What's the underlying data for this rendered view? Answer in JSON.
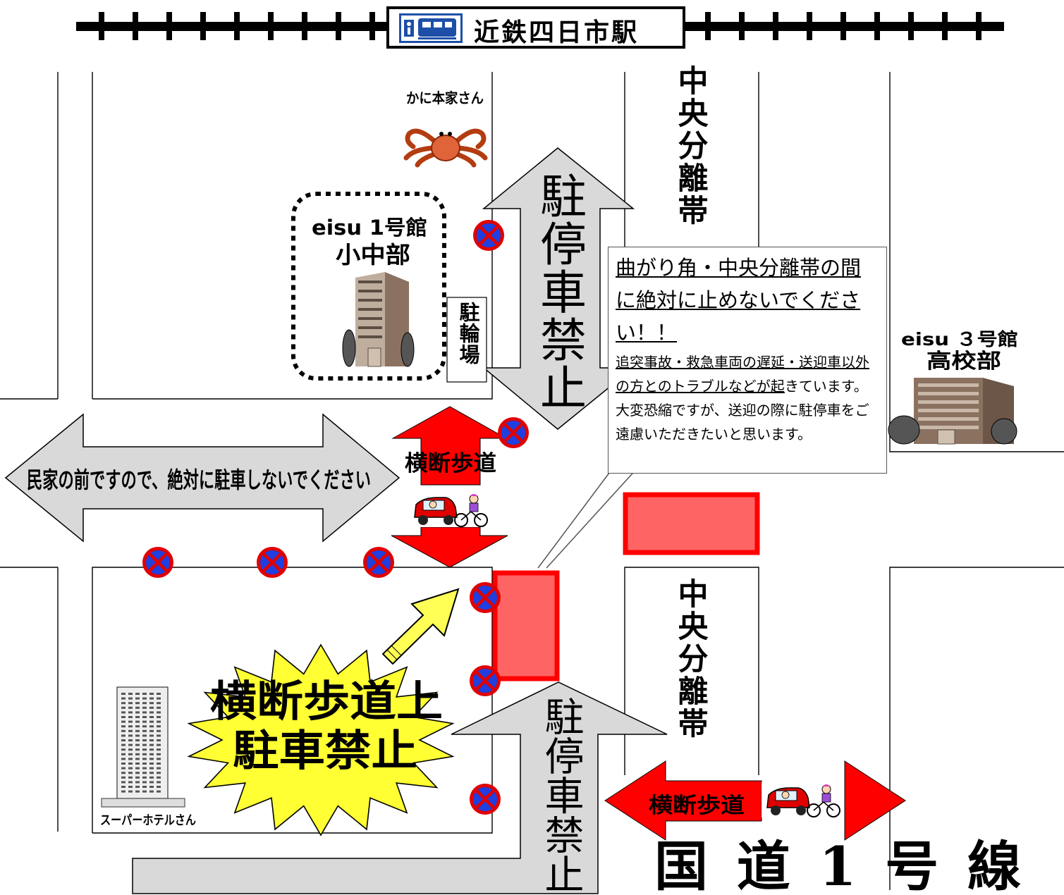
{
  "station": {
    "name": "近鉄四日市駅"
  },
  "road": {
    "name": "国 道 1 号 線"
  },
  "landmarks": {
    "kani": "かに本家さん",
    "hotel": "スーパーホテルさん",
    "eisu1_line1": "eisu 1号館",
    "eisu1_line2": "小中部",
    "eisu3_line1": "eisu ３号館",
    "eisu3_line2": "高校部",
    "bicycle_parking": "駐輪場"
  },
  "median": {
    "upper": "中央分離帯",
    "lower": "中央分離帯"
  },
  "signs": {
    "no_stopping_upper": "駐停車禁止",
    "no_stopping_lower": "駐停車禁止",
    "residential": "民家の前ですので、絶対に駐車しないでください",
    "crosswalk_upper": "横断歩道",
    "crosswalk_lower": "横断歩道",
    "burst_line1": "横断歩道上",
    "burst_line2": "駐車禁止"
  },
  "notice": {
    "main": "曲がり角・中央分離帯の間に絶対に止めないでください！！",
    "detail_underlined": "追突事故・救急車両の遅延・送迎車以外の方とのトラブルなどが起",
    "detail_rest": "きています。大変恐縮ですが、送迎の際に駐停車をご遠慮いただきたいと思います。"
  },
  "colors": {
    "gray_arrow": "#d9d9d9",
    "red_arrow": "#ff0000",
    "no_parking_fill": "#1f3fe0",
    "no_parking_ring": "#e00000",
    "zone_fill": "#ff6464",
    "burst_fill": "#ffff33",
    "yellow_arrow": "#ffff55",
    "building_brown": "#8b7260",
    "station_icon_blue": "#1d4fa8"
  },
  "icons": [
    "no-parking-icon",
    "crab-icon",
    "building-icon",
    "car-bicycle-icon",
    "train-icon"
  ]
}
